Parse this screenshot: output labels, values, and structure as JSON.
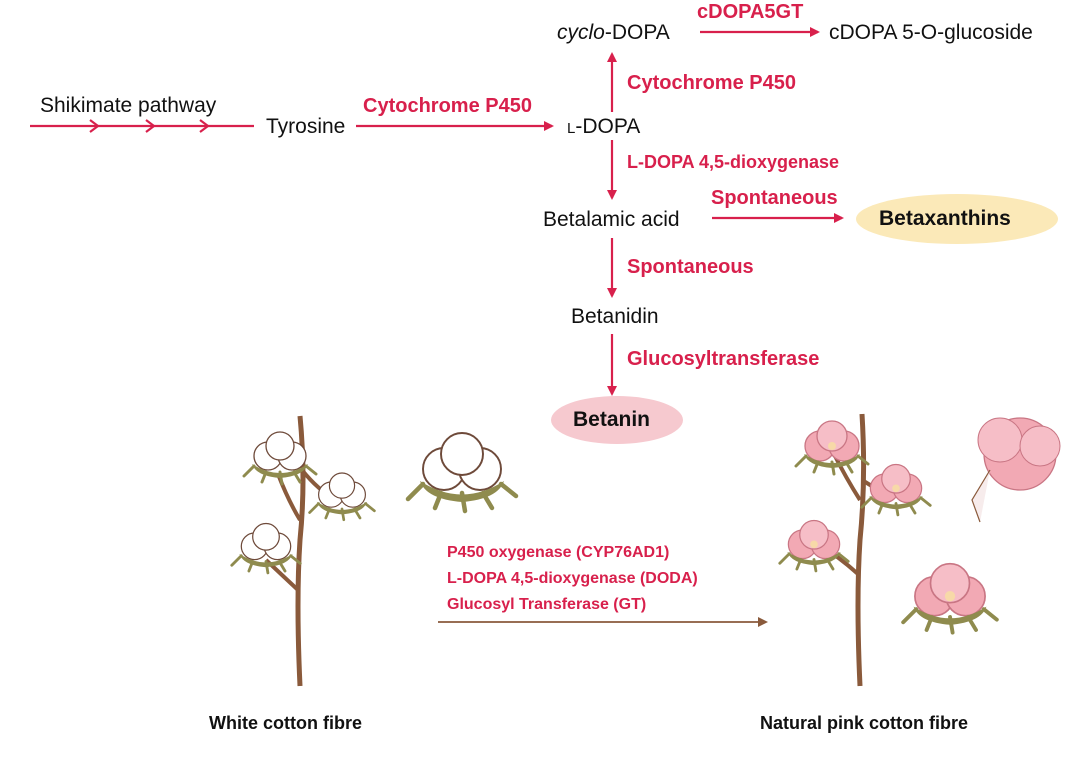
{
  "pathway": {
    "cyclo_dopa_prefix": "cyclo",
    "cyclo_dopa_suffix": "-DOPA",
    "cdopa5gt": "cDOPA5GT",
    "cdopa_glucoside": "cDOPA 5-O-glucoside",
    "cyp_vertical": "Cytochrome P450",
    "shikimate": "Shikimate pathway",
    "tyrosine": "Tyrosine",
    "cyp_horizontal": "Cytochrome P450",
    "l_dopa_prefix": "L",
    "l_dopa_suffix": "-DOPA",
    "doda": "L-DOPA 4,5-dioxygenase",
    "betalamic_acid": "Betalamic acid",
    "spontaneous_h": "Spontaneous",
    "betaxanthins": "Betaxanthins",
    "spontaneous_v": "Spontaneous",
    "betanidin": "Betanidin",
    "glucosyltransferase": "Glucosyltransferase",
    "betanin": "Betanin"
  },
  "engineering": {
    "genes": [
      "P450 oxygenase (CYP76AD1)",
      "L-DOPA 4,5-dioxygenase (DODA)",
      "Glucosyl Transferase (GT)"
    ],
    "white_label": "White cotton fibre",
    "pink_label": "Natural pink cotton fibre"
  },
  "colors": {
    "enzyme_red": "#d8204c",
    "betaxanthins_oval": "#fbe9b8",
    "betanin_oval": "#f6c9cf",
    "stem": "#8a5a3b",
    "sepal": "#8f8b4e",
    "boll_pink": "#f2a9b4"
  }
}
